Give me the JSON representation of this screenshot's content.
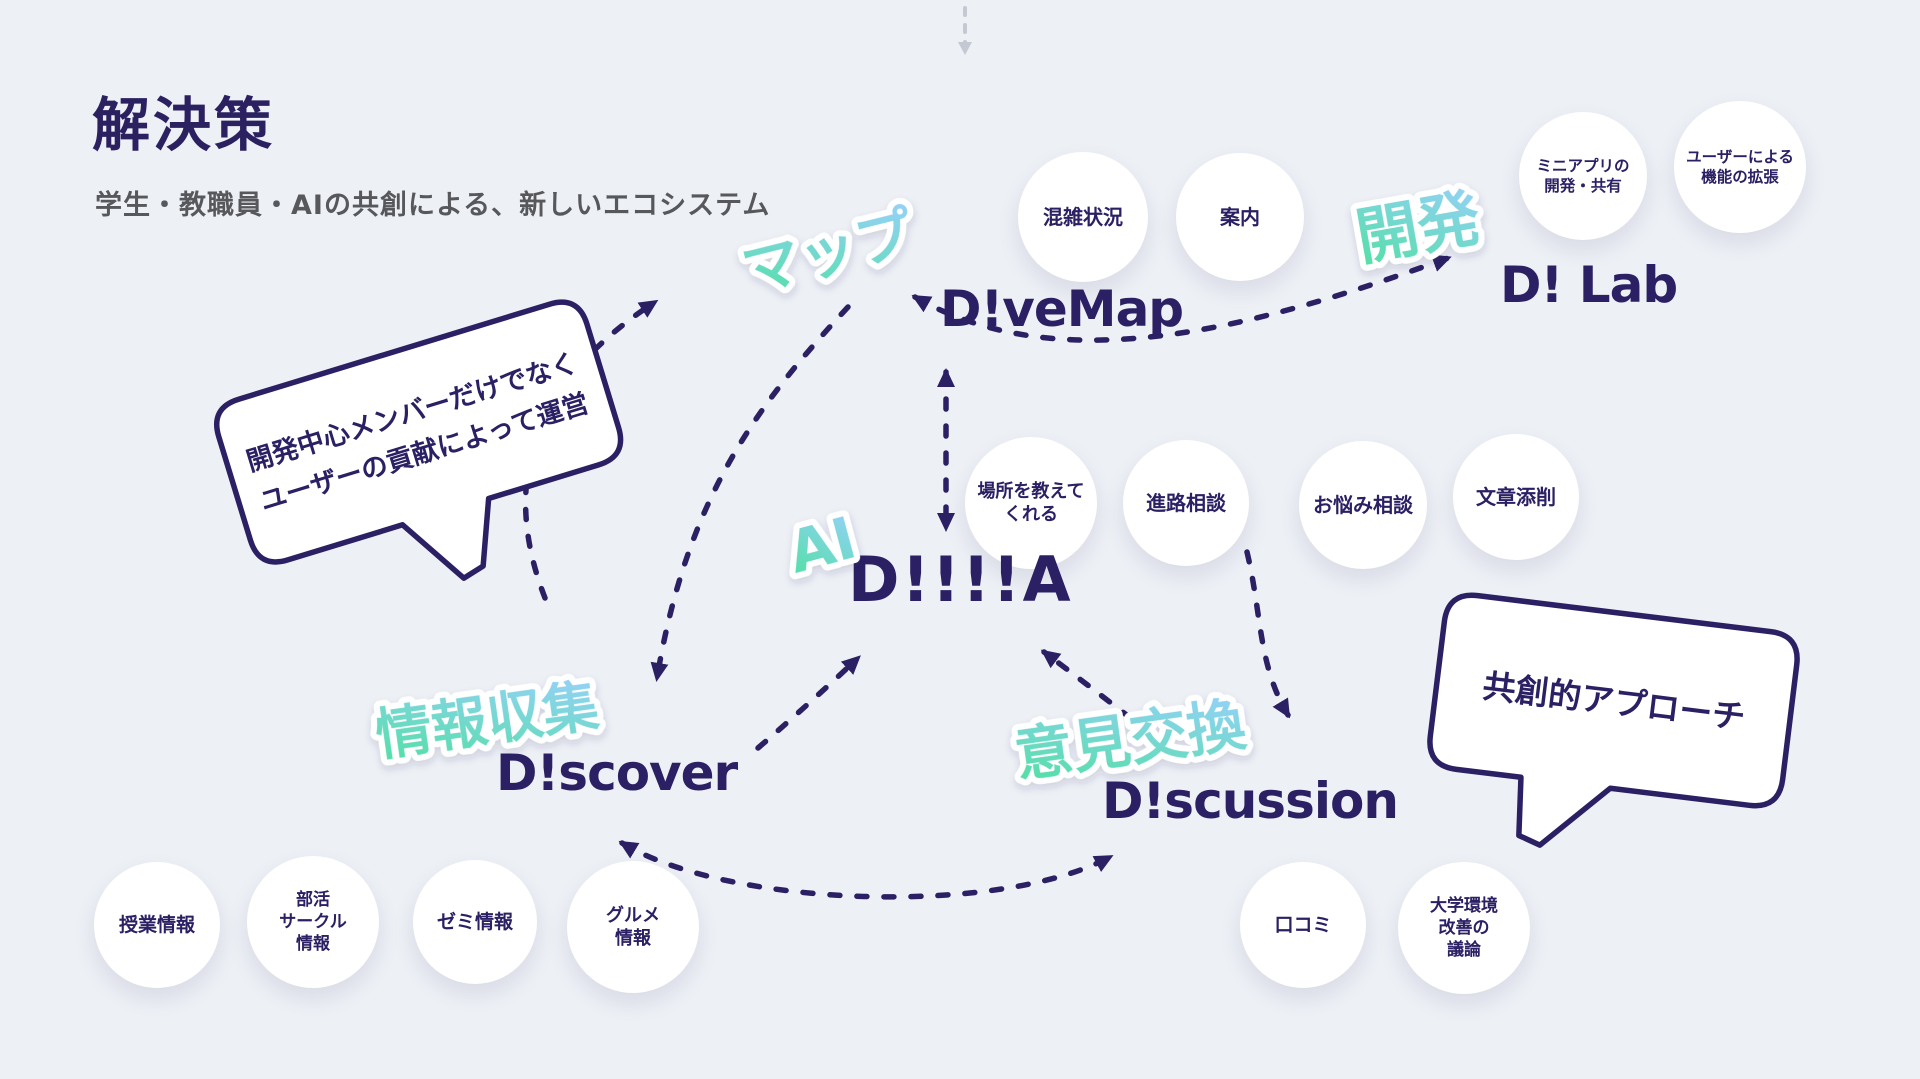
{
  "colors": {
    "background": "#edf0f5",
    "navy": "#2b2064",
    "title_navy": "#2b2161",
    "subtitle_gray": "#57585c",
    "sticker_gradient_from": "#4fe0a1",
    "sticker_gradient_to": "#97d1fb",
    "top_arrow_gray": "#c3c8d2"
  },
  "header": {
    "title": "解決策",
    "subtitle": "学生・教職員・AIの共創による、新しいエコシステム"
  },
  "nodes": {
    "divemap": {
      "label": "D!veMap",
      "sticker": "マップ"
    },
    "dilab": {
      "label": "D! Lab",
      "sticker": "開発"
    },
    "dia": {
      "label": "D!!!!A",
      "sticker": "AI"
    },
    "discover": {
      "label": "D!scover",
      "sticker": "情報収集"
    },
    "discussion": {
      "label": "D!scussion",
      "sticker": "意見交換"
    }
  },
  "bubbles": {
    "left": {
      "line1": "開発中心メンバーだけでなく",
      "line2": "ユーザーの貢献によって運営"
    },
    "right": {
      "line1": "共創的アプローチ"
    }
  },
  "circles": {
    "konzatsu": {
      "lines": [
        "混雑状況"
      ]
    },
    "annai": {
      "lines": [
        "案内"
      ]
    },
    "miniapp": {
      "lines": [
        "ミニアプリの",
        "開発・共有"
      ]
    },
    "userext": {
      "lines": [
        "ユーザーによる",
        "機能の拡張"
      ]
    },
    "basho": {
      "lines": [
        "場所を教えて",
        "くれる"
      ]
    },
    "shinro": {
      "lines": [
        "進路相談"
      ]
    },
    "onayami": {
      "lines": [
        "お悩み相談"
      ]
    },
    "bunsho": {
      "lines": [
        "文章添削"
      ]
    },
    "jugyo": {
      "lines": [
        "授業情報"
      ]
    },
    "bukatsu": {
      "lines": [
        "部活",
        "サークル",
        "情報"
      ]
    },
    "zemi": {
      "lines": [
        "ゼミ情報"
      ]
    },
    "gurume": {
      "lines": [
        "グルメ",
        "情報"
      ]
    },
    "kuchikomi": {
      "lines": [
        "口コミ"
      ]
    },
    "daigaku": {
      "lines": [
        "大学環境",
        "改善の",
        "議論"
      ]
    }
  }
}
